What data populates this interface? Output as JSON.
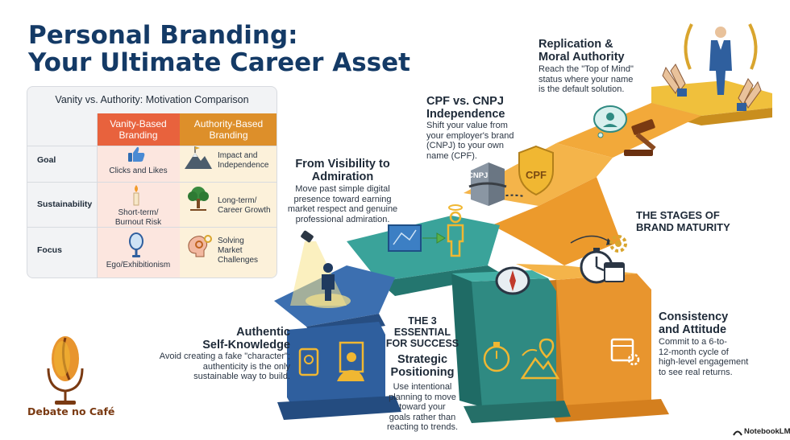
{
  "title": {
    "line1": "Personal Branding:",
    "line2": "Your Ultimate Career Asset"
  },
  "comparison_table": {
    "title": "Vanity vs. Authority: Motivation Comparison",
    "columns": {
      "vanity": "Vanity-Based\nBranding",
      "authority": "Authority-Based\nBranding"
    },
    "rows": [
      {
        "label": "Goal",
        "vanity": "Clicks and Likes",
        "authority": "Impact and\nIndependence",
        "vanity_icon": "thumbs-up-icon",
        "authority_icon": "mountain-flag-icon"
      },
      {
        "label": "Sustainability",
        "vanity": "Short-term/\nBurnout Risk",
        "authority": "Long-term/\nCareer Growth",
        "vanity_icon": "candle-icon",
        "authority_icon": "tree-icon"
      },
      {
        "label": "Focus",
        "vanity": "Ego/Exhibitionism",
        "authority": "Solving\nMarket\nChallenges",
        "vanity_icon": "mirror-icon",
        "authority_icon": "brain-gear-icon"
      }
    ],
    "colors": {
      "vanity_header": "#e8623d",
      "authority_header": "#dd8f2a"
    }
  },
  "stages": {
    "authentic": {
      "heading": "Authentic\nSelf-Knowledge",
      "body": "Avoid creating a fake \"character\";\nauthenticity is the only\nsustainable way to build."
    },
    "visibility": {
      "heading": "From Visibility to\nAdmiration",
      "body": "Move past simple digital\npresence toward earning\nmarket respect and genuine\nprofessional admiration."
    },
    "cpf": {
      "heading": "CPF vs. CNPJ\nIndependence",
      "body": "Shift your value from\nyour employer's brand\n(CNPJ) to your own\nname (CPF)."
    },
    "replication": {
      "heading": "Replication &\nMoral Authority",
      "body": "Reach the \"Top of Mind\"\nstatus where your name\nis the default solution."
    },
    "maturity": {
      "heading": "THE STAGES OF\nBRAND MATURITY"
    },
    "essential": {
      "heading": "THE 3\nESSENTIAL\nFOR SUCCESS"
    },
    "strategic": {
      "heading": "Strategic\nPositioning",
      "body": "Use intentional\nplanning to move\ntoward your\ngoals rather than\nreacting to trends."
    },
    "consistency": {
      "heading": "Consistency\nand Attitude",
      "body": "Commit to a 6-to-\n12-month cycle of\nhigh-level engagement\nto see real returns."
    }
  },
  "labels": {
    "cnpj": "CNPJ",
    "cpf": "CPF"
  },
  "logo": {
    "text": "Debate no Café"
  },
  "watermark": {
    "text": "NotebookLM"
  },
  "colors": {
    "title": "#143a66",
    "blue_step": "#2f5f9e",
    "teal_step": "#2f8a82",
    "orange_step": "#e8952e",
    "gold": "#d9a52e"
  }
}
